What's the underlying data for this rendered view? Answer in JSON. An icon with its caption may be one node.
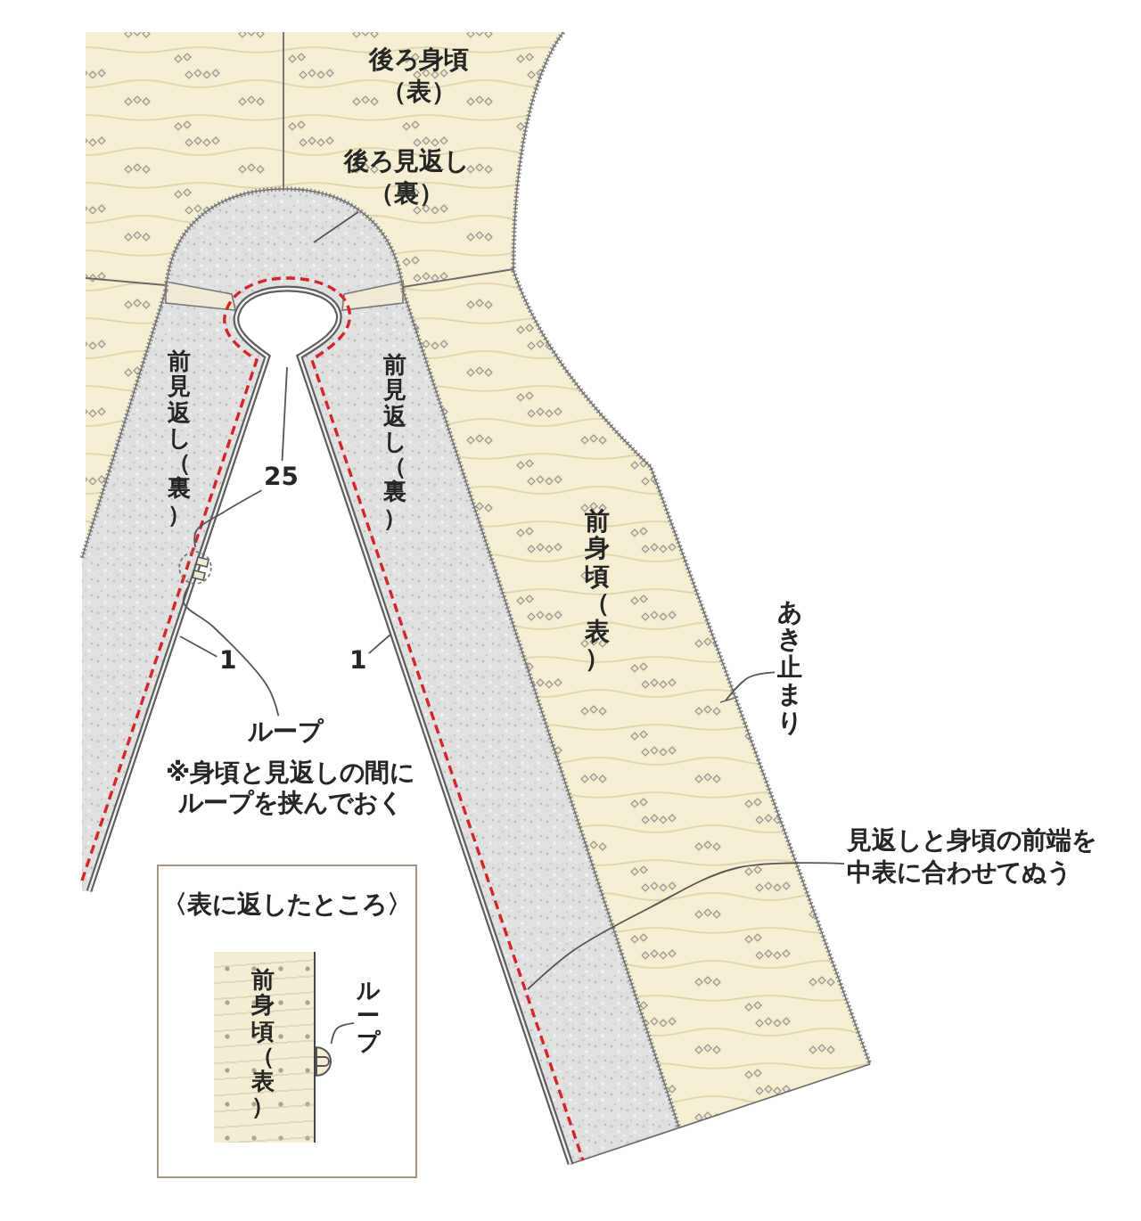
{
  "diagram": {
    "nodes": [
      {
        "text": [
          "後ろ見返し（裏）"
        ]
      },
      {
        "text": [
          "25"
        ]
      },
      {
        "text": [],
        "shape": "circle"
      },
      {
        "text": [
          "1"
        ]
      },
      {
        "text": [
          "1"
        ]
      },
      {
        "text": [
          "ループ"
        ]
      },
      {
        "text": [
          "あき止まり"
        ]
      },
      {
        "text": [
          "見返しと身頃の前端を中表に合わせてぬう"
        ]
      },
      {
        "text": [
          "〈表に返したところ〉"
        ]
      },
      {
        "text": [
          "前身頃（表）"
        ],
        "in": 8
      },
      {
        "text": [
          "ループ"
        ],
        "in": 8
      },
      {
        "text": [],
        "shape": "picture",
        "in": 8
      }
    ],
    "edges": [
      {
        "from": 0,
        "to": null,
        "arrow": "none"
      },
      {
        "from": 1,
        "to": null,
        "arrow": "none"
      },
      {
        "from": 1,
        "to": 2,
        "arrow": "none"
      },
      {
        "from": 3,
        "to": null,
        "arrow": "none"
      },
      {
        "from": 4,
        "to": null,
        "arrow": "none"
      },
      {
        "from": 5,
        "to": 2,
        "arrow": "none"
      },
      {
        "from": 6,
        "to": null,
        "arrow": "none"
      },
      {
        "from": 7,
        "to": null,
        "arrow": "none"
      },
      {
        "from": 10,
        "to": 11,
        "arrow": "none"
      }
    ],
    "labels": [
      "後ろ身頃（表）",
      "前見返し（裏）",
      "前見返し（裏）",
      "前身頃（表）",
      "※身頃と見返しの間にループを挟んでおく"
    ]
  }
}
